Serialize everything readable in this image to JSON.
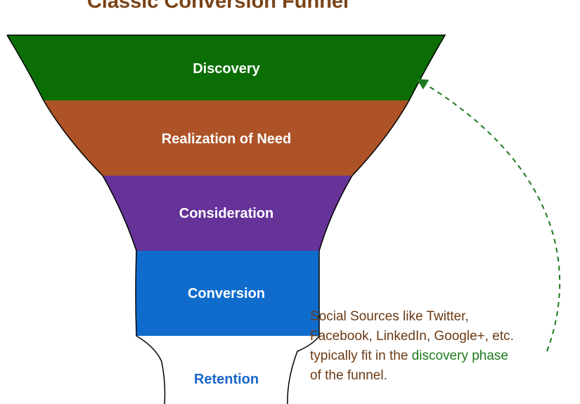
{
  "title": "Classic Conversion Funnel",
  "stages": [
    {
      "label": "Discovery",
      "color": "#0b6e04",
      "text_color": "#ffffff"
    },
    {
      "label": "Realization of Need",
      "color": "#ad5327",
      "text_color": "#ffffff"
    },
    {
      "label": "Consideration",
      "color": "#663399",
      "text_color": "#ffffff"
    },
    {
      "label": "Conversion",
      "color": "#0f6ccc",
      "text_color": "#ffffff"
    },
    {
      "label": "Retention",
      "color": "#ffffff",
      "text_color": "#1a66cc"
    }
  ],
  "note": {
    "line1": "Social Sources like Twitter,",
    "line2": "Facebook, LinkedIn, Google+, etc.",
    "line3_pre": "typically fit in the ",
    "line3_highlight": "discovery phase",
    "line4": "of the funnel."
  },
  "colors": {
    "title": "#7b4316",
    "note_text": "#6b3a14",
    "highlight": "#1d7a1d",
    "arrow": "#1d7a1d",
    "outline": "#000000"
  }
}
